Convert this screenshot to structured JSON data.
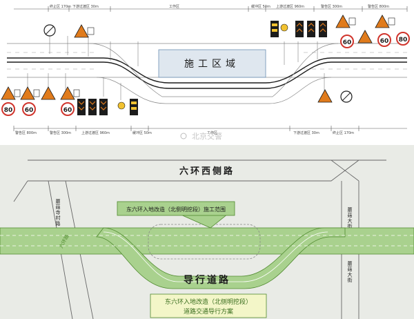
{
  "colors": {
    "top_bg": "#ffffff",
    "bottom_bg": "#e9ebe6",
    "road_line": "#1c1c1c",
    "green_fill": "#a9d18e",
    "green_stroke": "#4f8a2e",
    "work_zone_fill": "#dfe7ef",
    "sign_red": "#d0342c",
    "sign_orange": "#e07b1c",
    "barrier_yellow": "#f2c230",
    "label_box": "#f3f6c8"
  },
  "top_diagram": {
    "work_zone_label": "施工区域",
    "watermark": "北京交警",
    "top_dimensions": [
      "终止区 170m",
      "下游过渡区 30m",
      "工作区",
      "缓冲区 50m",
      "上游过渡区 960m",
      "警告区 300m",
      "警告区 800m"
    ],
    "bottom_dimensions": [
      "警告区 800m",
      "警告区 300m",
      "上游过渡区 960m",
      "缓冲区 50m",
      "工作区",
      "下游过渡区 30m",
      "终止区 170m"
    ],
    "speed_values": [
      "60",
      "80"
    ]
  },
  "bottom_map": {
    "north_road": "六环西侧路",
    "west_road": "蘑菇寺村路",
    "east_road_upper": "蘑菇大街",
    "east_road_lower": "蘑菇大街",
    "ring_road_label": "六环路",
    "construction_label": "东六环入地改造（北侧明挖段）施工范围",
    "detour_label": "导行道路",
    "plan_title_line1": "东六环入地改造（北侧明挖段）",
    "plan_title_line2": "道路交通导行方案"
  }
}
